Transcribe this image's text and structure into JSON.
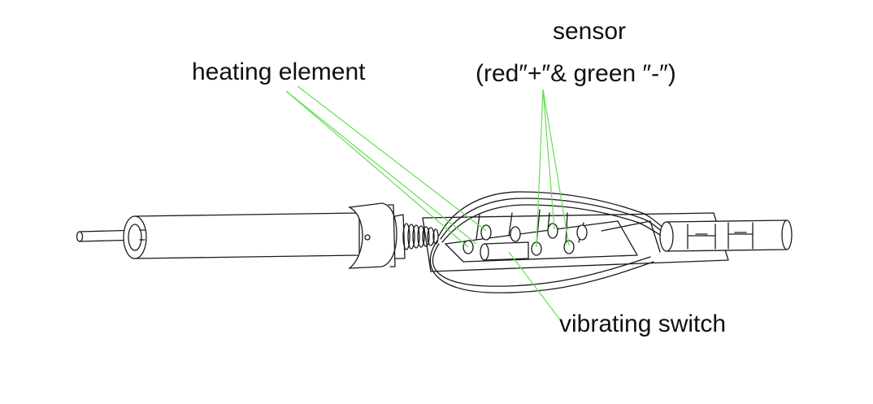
{
  "labels": {
    "sensor_title": "sensor",
    "sensor_detail": "(red″+″& green ″-″)",
    "heating_element": "heating element",
    "vibrating_switch": "vibrating switch"
  },
  "colors": {
    "leader_line": "#66dd55",
    "drawing_line": "#1a1a1a",
    "background": "#ffffff"
  }
}
